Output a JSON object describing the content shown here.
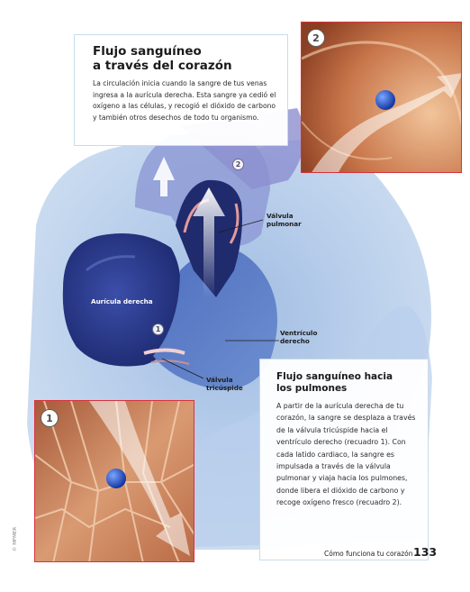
{
  "box_top": {
    "title_line1": "Flujo sanguíneo",
    "title_line2": "a través del corazón",
    "body": "La circulación inicia cuando la sangre de tus venas ingresa a la aurícula derecha. Esta sangre ya cedió el oxígeno a las células, y recogió el dióxido de carbono y también otros desechos de todo tu organismo."
  },
  "box_bottom": {
    "title_line1": "Flujo sanguíneo hacia",
    "title_line2": "los pulmones",
    "body": "A partir de la aurícula derecha de tu corazón, la sangre se desplaza a través de la válvula tricúspide hacia el ventrículo derecho (recuadro 1). Con cada latido cardiaco, la sangre es impulsada a través de la válvula pulmonar y viaja hacia los pulmones, donde libera el dióxido de carbono y recoge oxígeno fresco (recuadro 2)."
  },
  "labels": {
    "atrium": "Aurícula derecha",
    "ventricle_line1": "Ventrículo",
    "ventricle_line2": "derecho",
    "tricuspid_line1": "Válvula",
    "tricuspid_line2": "tricúspide",
    "pulmonary_line1": "Válvula",
    "pulmonary_line2": "pulmonar"
  },
  "markers": {
    "one": "1",
    "two": "2"
  },
  "footer": {
    "text": "Cómo funciona tu corazón",
    "page": "133",
    "copyright": "© MFMER"
  },
  "colors": {
    "heart_dark": "#2c3d8f",
    "heart_mid": "#5f7fc4",
    "heart_light": "#a9c3e6",
    "inset_border": "#d9323a",
    "inset_tissue": "#c77a4e"
  }
}
